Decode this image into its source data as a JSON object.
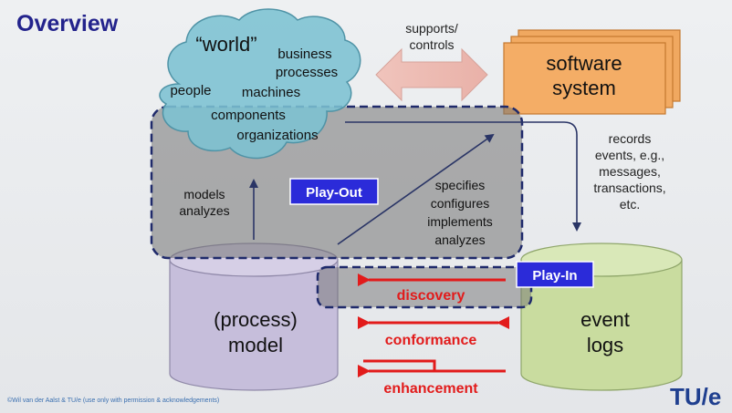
{
  "slide": {
    "title": "Overview",
    "footer": "©Wil van der Aalst & TU/e (use only with permission & acknowledgements)",
    "logo": "TU/e"
  },
  "world": {
    "heading": "“world”",
    "items": [
      "business",
      "processes",
      "people",
      "machines",
      "components",
      "organizations"
    ]
  },
  "supports_label": [
    "supports/",
    "controls"
  ],
  "software_system": [
    "software",
    "system"
  ],
  "records_label": [
    "records",
    "events, e.g.,",
    "messages,",
    "transactions,",
    "etc."
  ],
  "models_label": [
    "models",
    "analyzes"
  ],
  "play_out": "Play-Out",
  "play_in": "Play-In",
  "specifies_label": [
    "specifies",
    "configures",
    "implements",
    "analyzes"
  ],
  "process_model": [
    "(process)",
    "model"
  ],
  "event_logs": [
    "event",
    "logs"
  ],
  "relations": {
    "discovery": "discovery",
    "conformance": "conformance",
    "enhancement": "enhancement"
  },
  "colors": {
    "title": "#23238c",
    "cloud": "#7cc3d4",
    "software_box": "#f2a85f",
    "process_cyl": "#c9c1dd",
    "event_cyl": "#cddfa6",
    "red_arrow": "#e21b1b",
    "label_box": "#2b2bd9",
    "dashed": "#1f2a6b"
  }
}
